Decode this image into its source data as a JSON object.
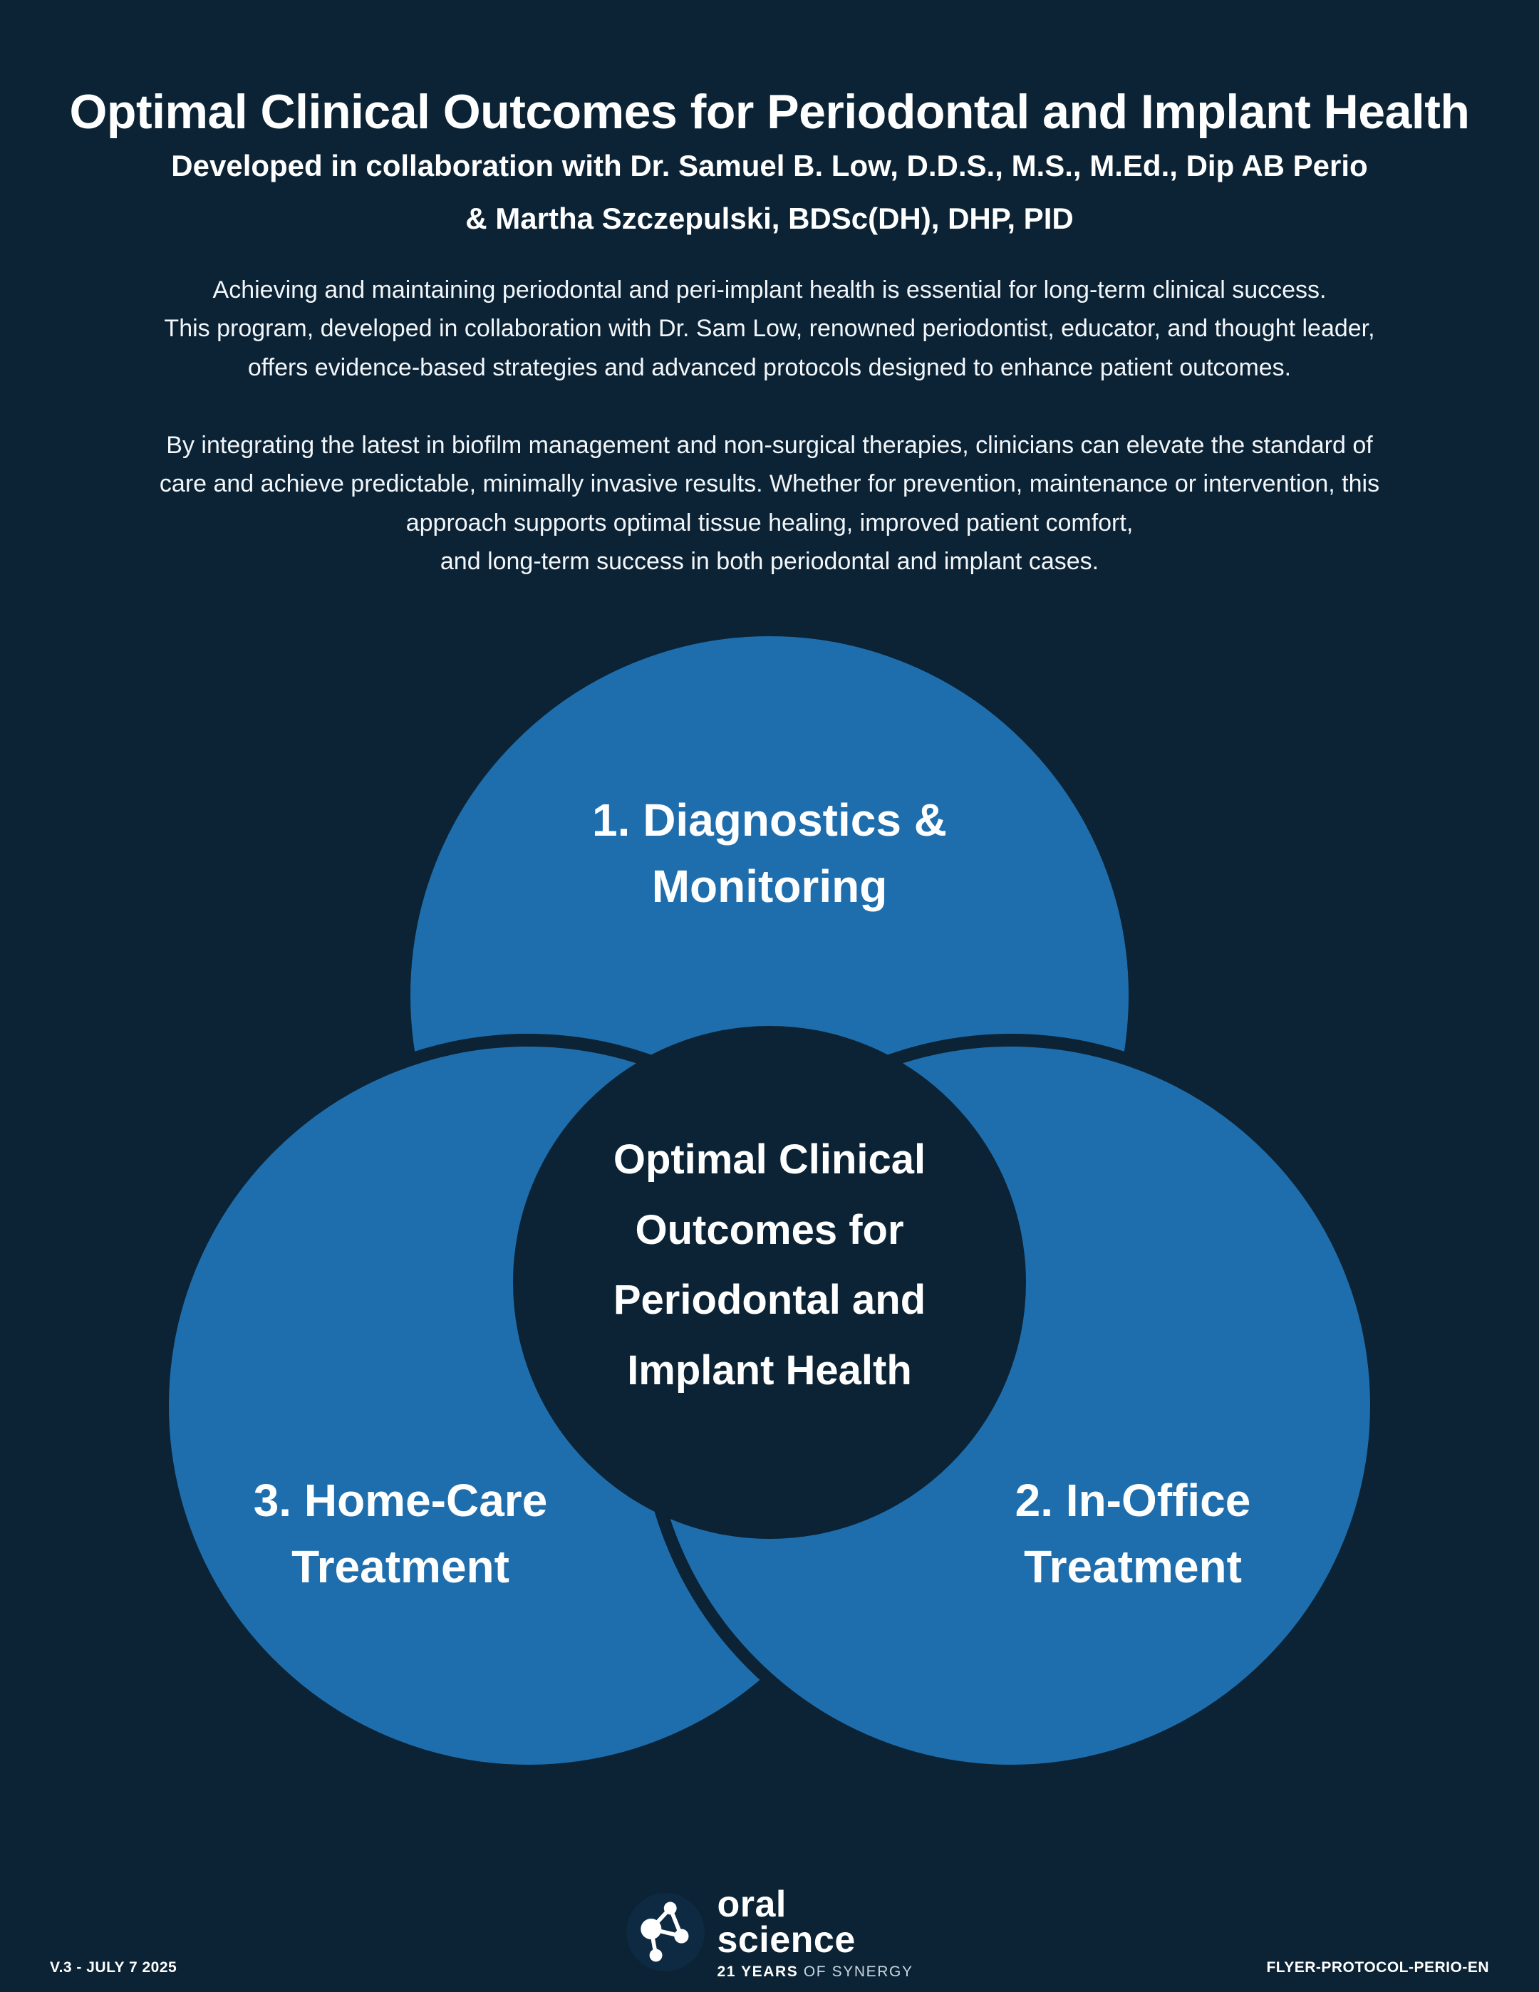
{
  "colors": {
    "background": "#0B2334",
    "circle_blue": "#1E6EAE",
    "text": "#FFFFFF"
  },
  "header": {
    "title": "Optimal Clinical Outcomes for Periodontal and Implant Health",
    "subtitle_lines": [
      "Developed in collaboration with Dr. Samuel B. Low, D.D.S., M.S., M.Ed., Dip AB Perio",
      "& Martha Szczepulski, BDSc(DH), DHP, PID"
    ],
    "intro_lines": [
      "Achieving and maintaining periodontal and peri-implant health is essential for long-term clinical success.",
      "This program, developed in collaboration with Dr. Sam Low, renowned periodontist, educator, and thought leader,",
      "offers evidence-based strategies and advanced protocols designed to enhance patient outcomes."
    ],
    "body_lines": [
      "By integrating the latest in biofilm management and non-surgical therapies, clinicians can elevate the standard of",
      "care and achieve predictable, minimally invasive results. Whether for prevention, maintenance or intervention, this",
      "approach supports optimal tissue healing, improved patient comfort,",
      "and long-term success in both periodontal and implant cases."
    ]
  },
  "diagram": {
    "circle_top_lines": [
      "1. Diagnostics &",
      "Monitoring"
    ],
    "circle_right_lines": [
      "2. In-Office",
      "Treatment"
    ],
    "circle_left_lines": [
      "3. Home-Care",
      "Treatment"
    ],
    "center_lines": [
      "Optimal Clinical",
      "Outcomes for",
      "Periodontal and",
      "Implant Health"
    ]
  },
  "footer": {
    "version": "V.3 - JULY 7 2025",
    "document_code": "FLYER-PROTOCOL-PERIO-EN",
    "logo": {
      "word1": "oral",
      "word2": "science",
      "tagline_bold": "21 YEARS",
      "tagline_rest": " OF SYNERGY"
    }
  }
}
